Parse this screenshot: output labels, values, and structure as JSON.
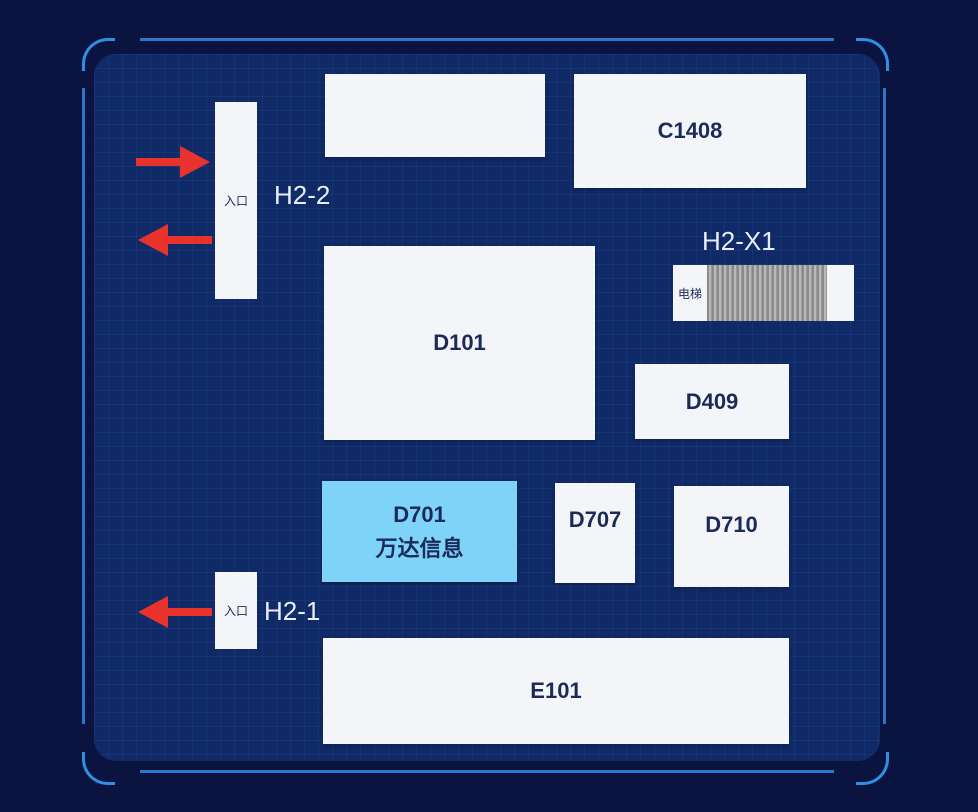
{
  "rooms": {
    "unlabeled_top": "",
    "c1408": "C1408",
    "d101": "D101",
    "d409": "D409",
    "d701_code": "D701",
    "d701_name": "万达信息",
    "d707": "D707",
    "d710": "D710",
    "e101": "E101"
  },
  "entrances": {
    "h2_2": {
      "text": "入口",
      "label": "H2-2"
    },
    "h2_1": {
      "text": "入口",
      "label": "H2-1"
    }
  },
  "elevator": {
    "text": "电梯",
    "label": "H2-X1"
  },
  "colors": {
    "background": "#0b1440",
    "map": "#0f2a66",
    "room": "#f3f5f9",
    "highlight": "#7dd3f8",
    "arrow": "#e8322b",
    "text": "#1c2a5a"
  },
  "icons": [
    "arrow-right-icon",
    "arrow-left-icon",
    "arrow-left-icon"
  ]
}
